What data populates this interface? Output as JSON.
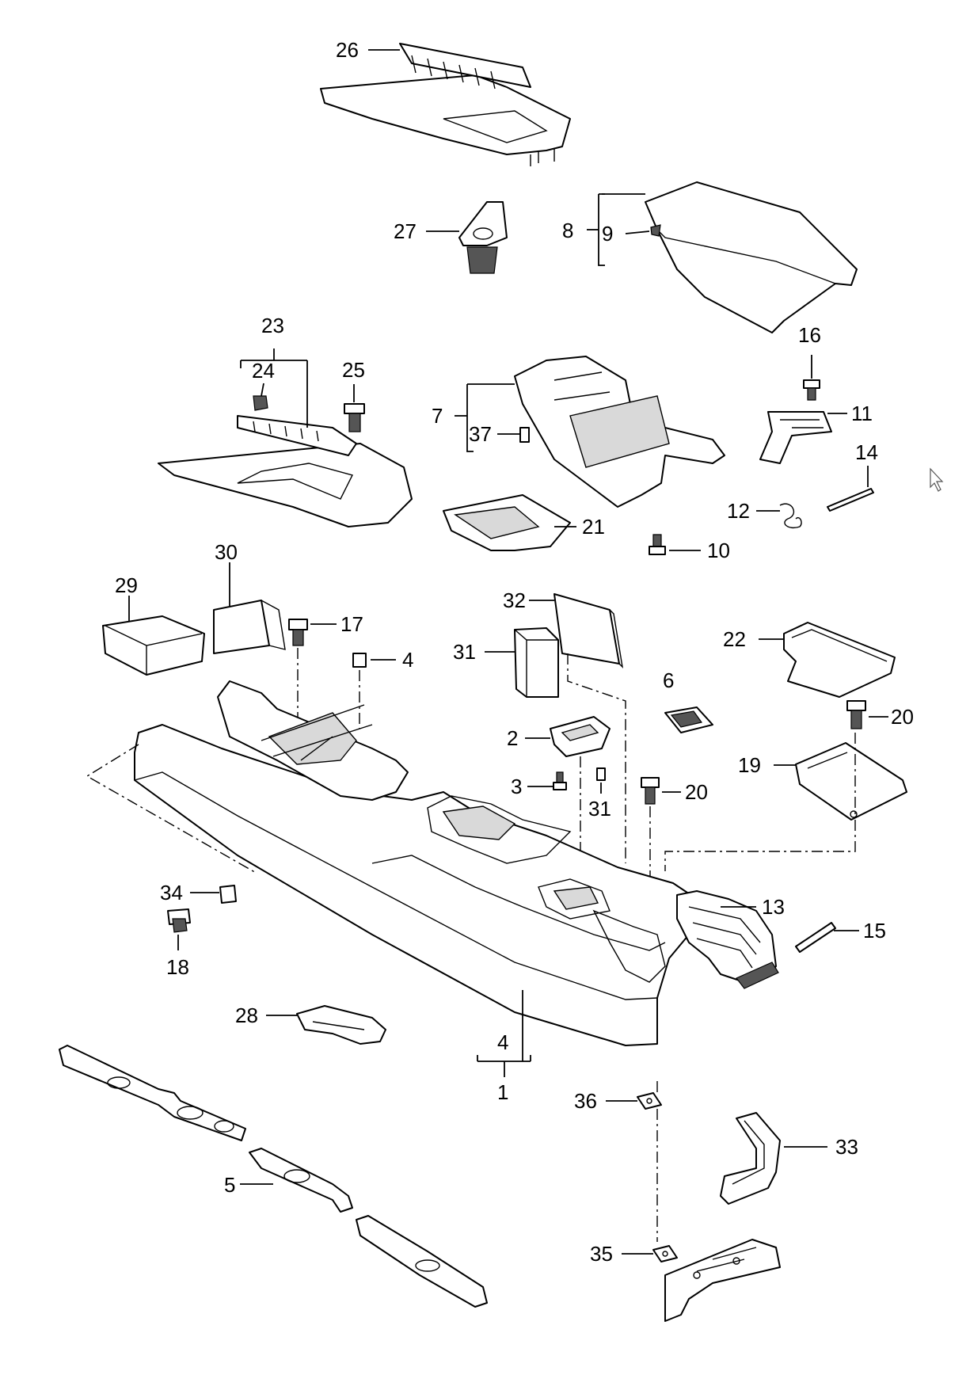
{
  "callouts": {
    "c1": "1",
    "c2": "2",
    "c3": "3",
    "c4a": "4",
    "c4b": "4",
    "c5": "5",
    "c6": "6",
    "c7": "7",
    "c8": "8",
    "c9": "9",
    "c10": "10",
    "c11": "11",
    "c12": "12",
    "c13": "13",
    "c14": "14",
    "c15": "15",
    "c16": "16",
    "c17": "17",
    "c18": "18",
    "c19": "19",
    "c20a": "20",
    "c20b": "20",
    "c21": "21",
    "c22": "22",
    "c23": "23",
    "c24": "24",
    "c25": "25",
    "c26": "26",
    "c27": "27",
    "c28": "28",
    "c29": "29",
    "c30": "30",
    "c31a": "31",
    "c31b": "31",
    "c32": "32",
    "c33": "33",
    "c34": "34",
    "c35": "35",
    "c36": "36",
    "c37": "37"
  }
}
